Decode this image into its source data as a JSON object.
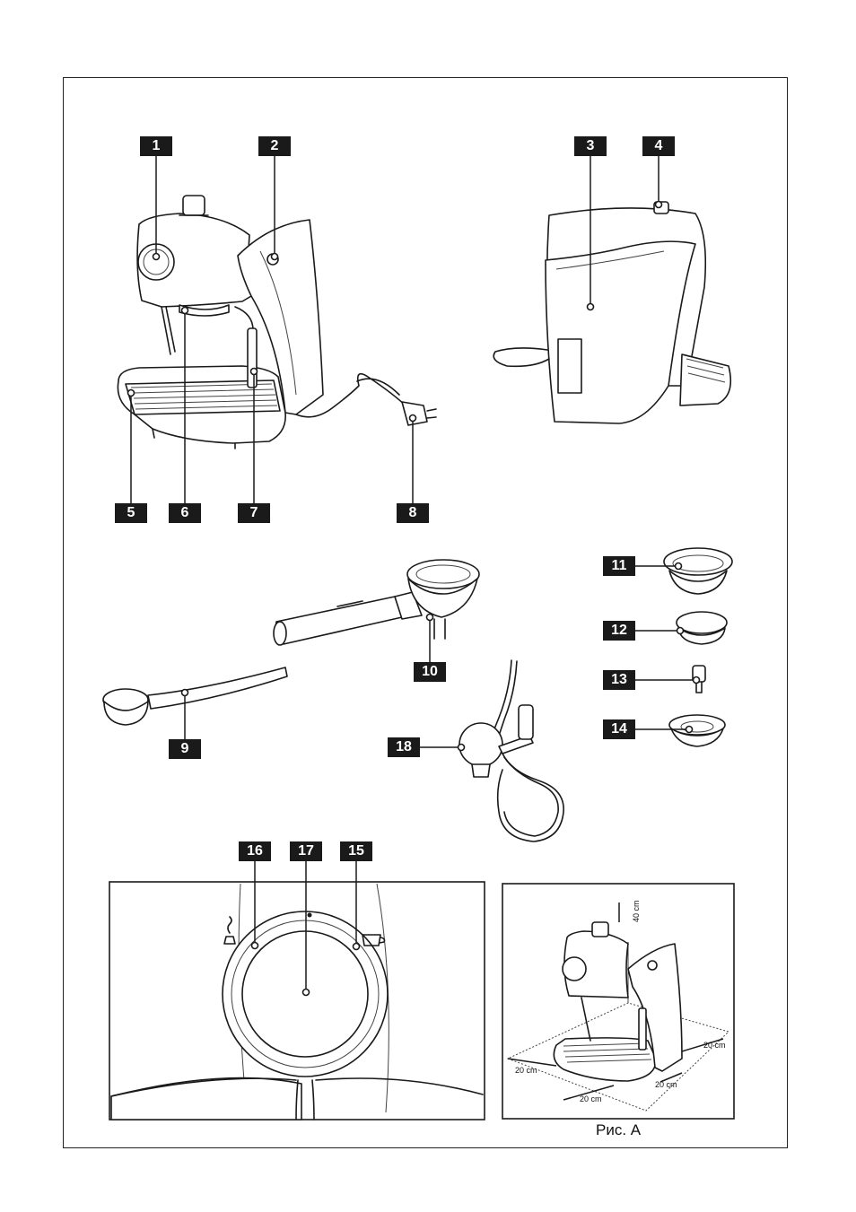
{
  "labels": {
    "n1": "1",
    "n2": "2",
    "n3": "3",
    "n4": "4",
    "n5": "5",
    "n6": "6",
    "n7": "7",
    "n8": "8",
    "n9": "9",
    "n10": "10",
    "n11": "11",
    "n12": "12",
    "n13": "13",
    "n14": "14",
    "n15": "15",
    "n16": "16",
    "n17": "17",
    "n18": "18"
  },
  "figure_a": {
    "clearance_top": "40 cm",
    "left": "20 cm",
    "right": "20 cm",
    "front": "20 cm",
    "front_right": "20 cm",
    "caption": "Рис. А"
  }
}
